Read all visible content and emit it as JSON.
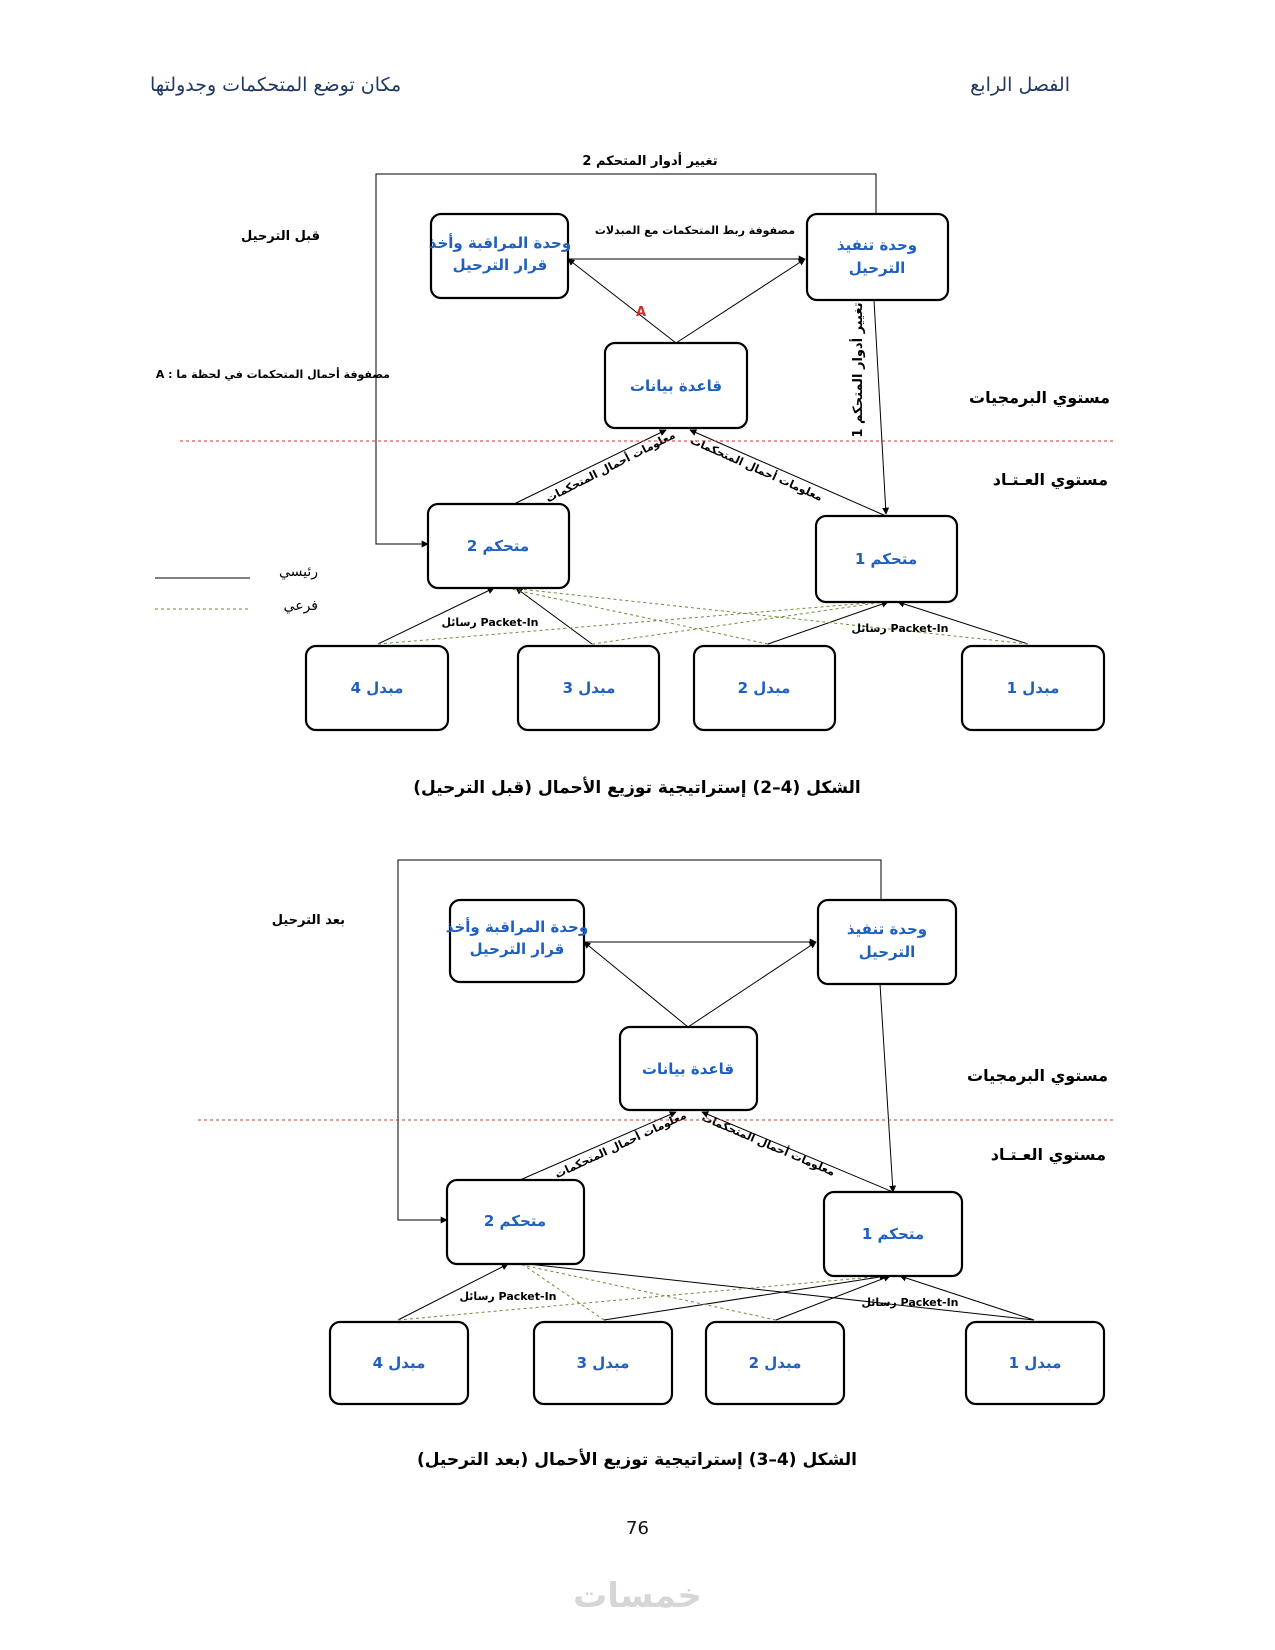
{
  "header": {
    "chapter": "الفصل الرابع",
    "title": "مكان توضع المتحكمات وجدولتها"
  },
  "fig1": {
    "state": "قبل الترحيل",
    "monitor": [
      "وحدة المراقبة وأخذ",
      "قرار الترحيل"
    ],
    "executor": [
      "وحدة تنفيذ",
      "الترحيل"
    ],
    "database": "قاعدة بيانات",
    "ctrl2": "متحكم 2",
    "ctrl1": "متحكم 1",
    "sw4": "مبدل 4",
    "sw3": "مبدل 3",
    "sw2": "مبدل 2",
    "sw1": "مبدل 1",
    "top_edge": "تغيير أدوار المتحكم 2",
    "matrix_edge": "مصفوفة ربط المتحكمات مع المبدلات",
    "marker_a": "A",
    "load_matrix": "A : مصفوفة أحمال المتحكمات في لحظة ما",
    "role_change_1": "تغيير أدوار المتحكم 1",
    "load_info_left": "معلومات أحمال المتحكمات",
    "load_info_right": "معلومات أحمال المتحكمات",
    "packet_in_left": "رسائل Packet-In",
    "packet_in_right": "رسائل Packet-In",
    "level_software": "مستوي البرمجيات",
    "level_hardware": "مستوي العـتـاد",
    "legend_main": "رئيسي",
    "legend_sub": "فرعي",
    "caption": "الشكل (4–2) إستراتيجية توزيع الأحمال (قبل الترحيل)"
  },
  "fig2": {
    "state": "بعد الترحيل",
    "monitor": [
      "وحدة المراقبة وأخذ",
      "قرار الترحيل"
    ],
    "executor": [
      "وحدة تنفيذ",
      "الترحيل"
    ],
    "database": "قاعدة بيانات",
    "ctrl2": "متحكم 2",
    "ctrl1": "متحكم 1",
    "sw4": "مبدل 4",
    "sw3": "مبدل 3",
    "sw2": "مبدل 2",
    "sw1": "مبدل 1",
    "load_info_left": "معلومات أحمال المتحكمات",
    "load_info_right": "معلومات أحمال المتحكمات",
    "packet_in_left": "رسائل Packet-In",
    "packet_in_right": "رسائل Packet-In",
    "level_software": "مستوي البرمجيات",
    "level_hardware": "مستوي العـتـاد",
    "caption": "الشكل (4–3) إستراتيجية توزيع الأحمال (بعد الترحيل)"
  },
  "page_number": "76",
  "watermark": "خمسات"
}
